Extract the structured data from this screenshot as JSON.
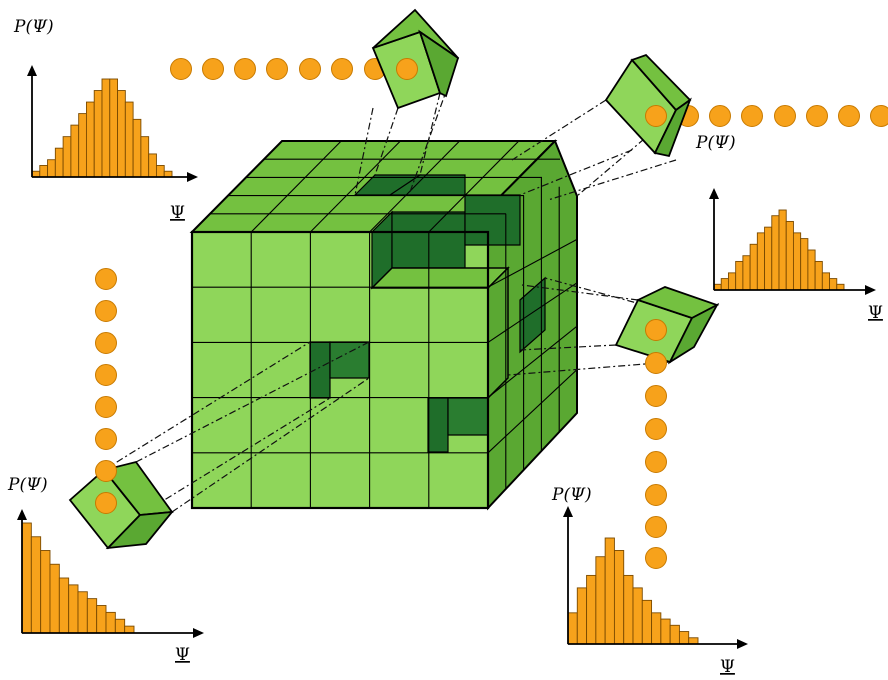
{
  "colors": {
    "cube_face": "#8fd65a",
    "cube_top": "#74c140",
    "cube_side": "#5aa832",
    "cube_dark": "#1f6e2a",
    "bar_fill": "#f7a21b",
    "dot_fill": "#f7a21b",
    "dot_stroke": "#c87a00",
    "line": "#111111"
  },
  "histograms": [
    {
      "id": "top-left",
      "ylabel": "P(Ψ)",
      "xlabel": "Ψ",
      "values": [
        1,
        2,
        3,
        5,
        7,
        9,
        11,
        13,
        15,
        17,
        17,
        15,
        13,
        10,
        7,
        4,
        2,
        1
      ]
    },
    {
      "id": "right",
      "ylabel": "P(Ψ)",
      "xlabel": "Ψ",
      "values": [
        1,
        2,
        3,
        5,
        6,
        8,
        10,
        11,
        13,
        14,
        12,
        10,
        9,
        7,
        5,
        3,
        2,
        1
      ]
    },
    {
      "id": "bottom-left",
      "ylabel": "P(Ψ)",
      "xlabel": "Ψ",
      "values": [
        16,
        14,
        12,
        10,
        8,
        7,
        6,
        5,
        4,
        3,
        2,
        1
      ]
    },
    {
      "id": "bottom-right",
      "ylabel": "P(Ψ)",
      "xlabel": "Ψ",
      "values": [
        5,
        9,
        11,
        14,
        17,
        15,
        11,
        9,
        7,
        5,
        4,
        3,
        2,
        1
      ]
    }
  ]
}
